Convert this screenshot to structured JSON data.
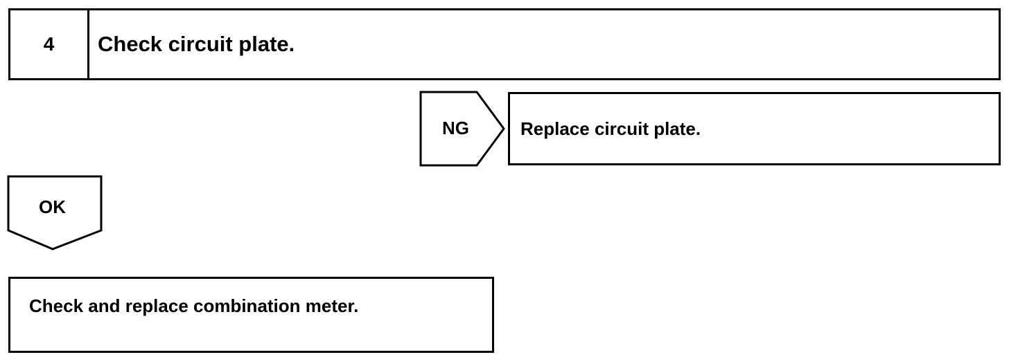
{
  "step": {
    "number": "4",
    "title": "Check circuit plate."
  },
  "ng_branch": {
    "label": "NG",
    "action": "Replace circuit plate."
  },
  "ok_branch": {
    "label": "OK",
    "action": "Check and replace combination meter."
  }
}
